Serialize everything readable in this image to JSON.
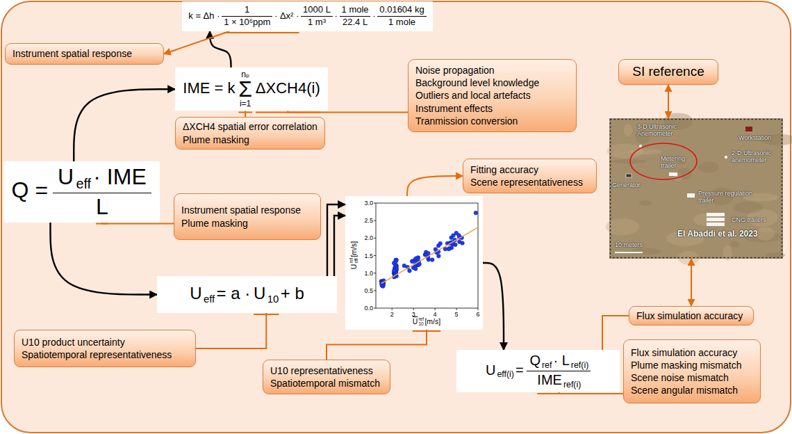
{
  "diagram": {
    "nodes": [
      {
        "text": [
          "k = Δh ·",
          "1",
          "1 × 10⁶ppm",
          "· Δx² ·",
          "1000 L",
          "1 m³",
          "·",
          "1 mole",
          "22.4 L",
          "·",
          "0.01604 kg",
          "1 mole"
        ]
      },
      {
        "text": [
          "Instrument spatial response"
        ]
      },
      {
        "text": [
          "IME = k",
          "nₚ",
          "Σ",
          "i=1",
          "ΔXCH4(i)"
        ]
      },
      {
        "text": [
          "Noise propagation",
          "Background level knowledge",
          "Outliers and local artefacts",
          "Instrument effects",
          "Tranmission conversion"
        ]
      },
      {
        "text": [
          "ΔXCH4 spatial error correlation",
          "Plume masking"
        ]
      },
      {
        "text": [
          "SI reference"
        ]
      },
      {
        "text": [
          "Fitting accuracy",
          "Scene representativeness"
        ]
      },
      {
        "text": [
          "Q =",
          "U",
          "eff",
          "· IME",
          "L"
        ]
      },
      {
        "text": [
          "Instrument spatial response",
          "Plume masking"
        ]
      },
      {
        "text": [
          "U",
          "eff",
          "ref",
          "[m/s]",
          "U",
          "10",
          "ref",
          "[m/s]",
          "0.0",
          "0.5",
          "1.0",
          "1.5",
          "2.0",
          "2.5",
          "3.0",
          "2",
          "3",
          "4",
          "5",
          "6"
        ]
      },
      {
        "text": [
          "3-D Ultrasonic Anemometer",
          "Generator",
          "Metering trailer",
          "Workstation",
          "2-D Ultrasonic anemometer",
          "Pressure regulation trailer",
          "CNG trailers",
          "10 meters",
          "El Abaddi et al. 2023"
        ]
      },
      {
        "text": [
          "U",
          "eff",
          "= a ·",
          "U",
          "10",
          "+ b"
        ]
      },
      {
        "text": [
          "Flux simulation accuracy"
        ]
      },
      {
        "text": [
          "U10 product uncertainty",
          "Spatiotemporal representativeness"
        ]
      },
      {
        "text": [
          "U10 representativeness",
          "Spatiotemporal mismatch"
        ]
      },
      {
        "text": [
          "U",
          "eff(i)",
          "=",
          "Q",
          "ref",
          "· L",
          "ref(i)",
          "IME",
          "ref(i)"
        ]
      },
      {
        "text": [
          "Flux simulation accuracy",
          "Plume masking mismatch",
          "Scene noise mismatch",
          "Scene angular mismatch"
        ]
      }
    ],
    "edges": [
      {
        "from": 2,
        "to": 0,
        "arrow": "to"
      },
      {
        "from": 0,
        "to": 1,
        "arrow": "to"
      },
      {
        "from": 2,
        "to": 3,
        "arrow": "none"
      },
      {
        "from": 2,
        "to": 4,
        "arrow": "none"
      },
      {
        "from": 5,
        "to": 10,
        "arrow": "both"
      },
      {
        "from": 7,
        "to": 2,
        "arrow": "to"
      },
      {
        "from": 7,
        "to": 8,
        "arrow": "none"
      },
      {
        "from": 7,
        "to": 11,
        "arrow": "to"
      },
      {
        "from": 11,
        "to": 9,
        "arrow": "to"
      },
      {
        "from": 11,
        "to": 9,
        "arrow": "to"
      },
      {
        "from": 11,
        "to": 13,
        "arrow": "none"
      },
      {
        "from": 9,
        "to": 6,
        "arrow": "to"
      },
      {
        "from": 9,
        "to": 15,
        "arrow": "to"
      },
      {
        "from": 9,
        "to": 14,
        "arrow": "none"
      },
      {
        "from": 10,
        "to": 12,
        "arrow": "both"
      },
      {
        "from": 15,
        "to": 12,
        "arrow": "none"
      },
      {
        "from": 15,
        "to": 16,
        "arrow": "none"
      }
    ]
  }
}
